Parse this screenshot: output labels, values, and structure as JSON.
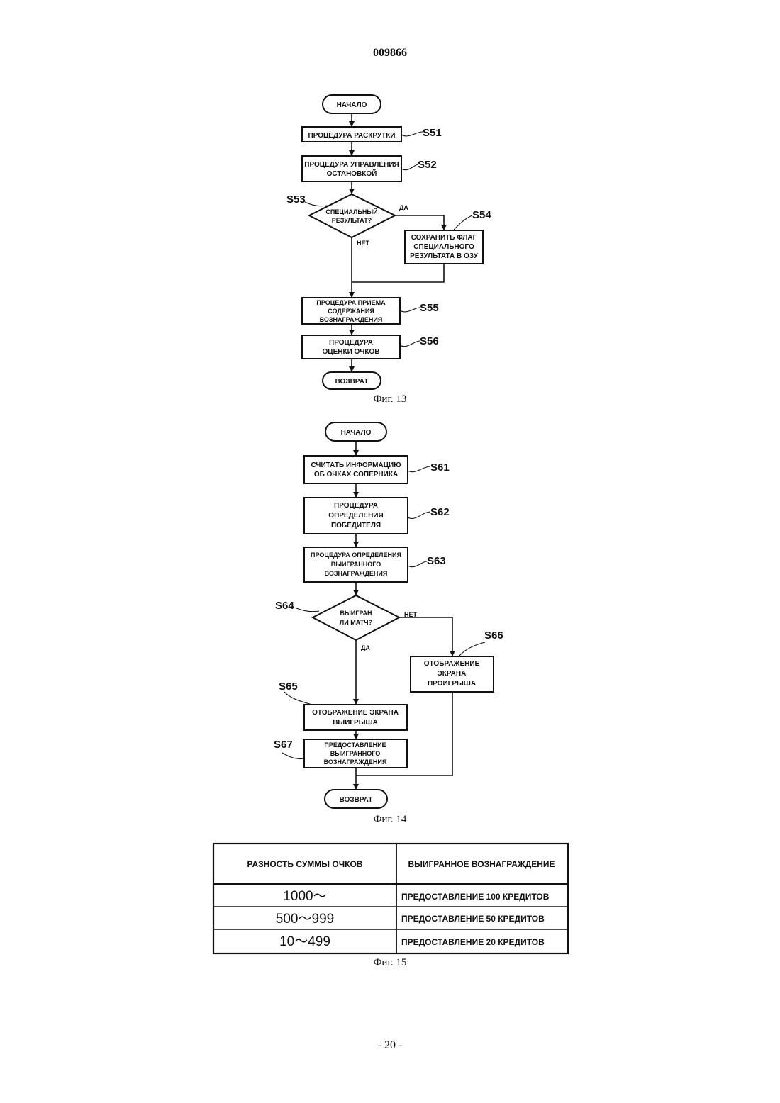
{
  "header": {
    "doc_number": "009866"
  },
  "fig13": {
    "start": "НАЧАЛО",
    "s51": {
      "label": "S51",
      "lines": [
        "ПРОЦЕДУРА РАСКРУТКИ"
      ]
    },
    "s52": {
      "label": "S52",
      "lines": [
        "ПРОЦЕДУРА УПРАВЛЕНИЯ",
        "ОСТАНОВКОЙ"
      ]
    },
    "s53": {
      "label": "S53",
      "lines": [
        "СПЕЦИАЛЬНЫЙ",
        "РЕЗУЛЬТАТ?"
      ],
      "yes": "ДА",
      "no": "НЕТ"
    },
    "s54": {
      "label": "S54",
      "lines": [
        "СОХРАНИТЬ ФЛАГ",
        "СПЕЦИАЛЬНОГО",
        "РЕЗУЛЬТАТА В ОЗУ"
      ]
    },
    "s55": {
      "label": "S55",
      "lines": [
        "ПРОЦЕДУРА ПРИЕМА",
        "СОДЕРЖАНИЯ",
        "ВОЗНАГРАЖДЕНИЯ"
      ]
    },
    "s56": {
      "label": "S56",
      "lines": [
        "ПРОЦЕДУРА",
        "ОЦЕНКИ ОЧКОВ"
      ]
    },
    "end": "ВОЗВРАТ",
    "caption": "Фиг. 13"
  },
  "fig14": {
    "start": "НАЧАЛО",
    "s61": {
      "label": "S61",
      "lines": [
        "СЧИТАТЬ ИНФОРМАЦИЮ",
        "ОБ ОЧКАХ СОПЕРНИКА"
      ]
    },
    "s62": {
      "label": "S62",
      "lines": [
        "ПРОЦЕДУРА",
        "ОПРЕДЕЛЕНИЯ",
        "ПОБЕДИТЕЛЯ"
      ]
    },
    "s63": {
      "label": "S63",
      "lines": [
        "ПРОЦЕДУРА ОПРЕДЕЛЕНИЯ",
        "ВЫИГРАННОГО",
        "ВОЗНАГРАЖДЕНИЯ"
      ]
    },
    "s64": {
      "label": "S64",
      "lines": [
        "ВЫИГРАН",
        "ЛИ МАТЧ?"
      ],
      "yes": "ДА",
      "no": "НЕТ"
    },
    "s65": {
      "label": "S65",
      "lines": [
        "ОТОБРАЖЕНИЕ ЭКРАНА",
        "ВЫИГРЫША"
      ]
    },
    "s66": {
      "label": "S66",
      "lines": [
        "ОТОБРАЖЕНИЕ",
        "ЭКРАНА",
        "ПРОИГРЫША"
      ]
    },
    "s67": {
      "label": "S67",
      "lines": [
        "ПРЕДОСТАВЛЕНИЕ",
        "ВЫИГРАННОГО",
        "ВОЗНАГРАЖДЕНИЯ"
      ]
    },
    "end": "ВОЗВРАТ",
    "caption": "Фиг. 14"
  },
  "fig15": {
    "headers": [
      "РАЗНОСТЬ СУММЫ ОЧКОВ",
      "ВЫИГРАННОЕ ВОЗНАГРАЖДЕНИЕ"
    ],
    "rows": [
      [
        "1000〜",
        "ПРЕДОСТАВЛЕНИЕ 100 КРЕДИТОВ"
      ],
      [
        "500〜999",
        "ПРЕДОСТАВЛЕНИЕ 50 КРЕДИТОВ"
      ],
      [
        "10〜499",
        "ПРЕДОСТАВЛЕНИЕ 20 КРЕДИТОВ"
      ]
    ],
    "caption": "Фиг. 15"
  },
  "footer": {
    "page": "- 20 -"
  }
}
